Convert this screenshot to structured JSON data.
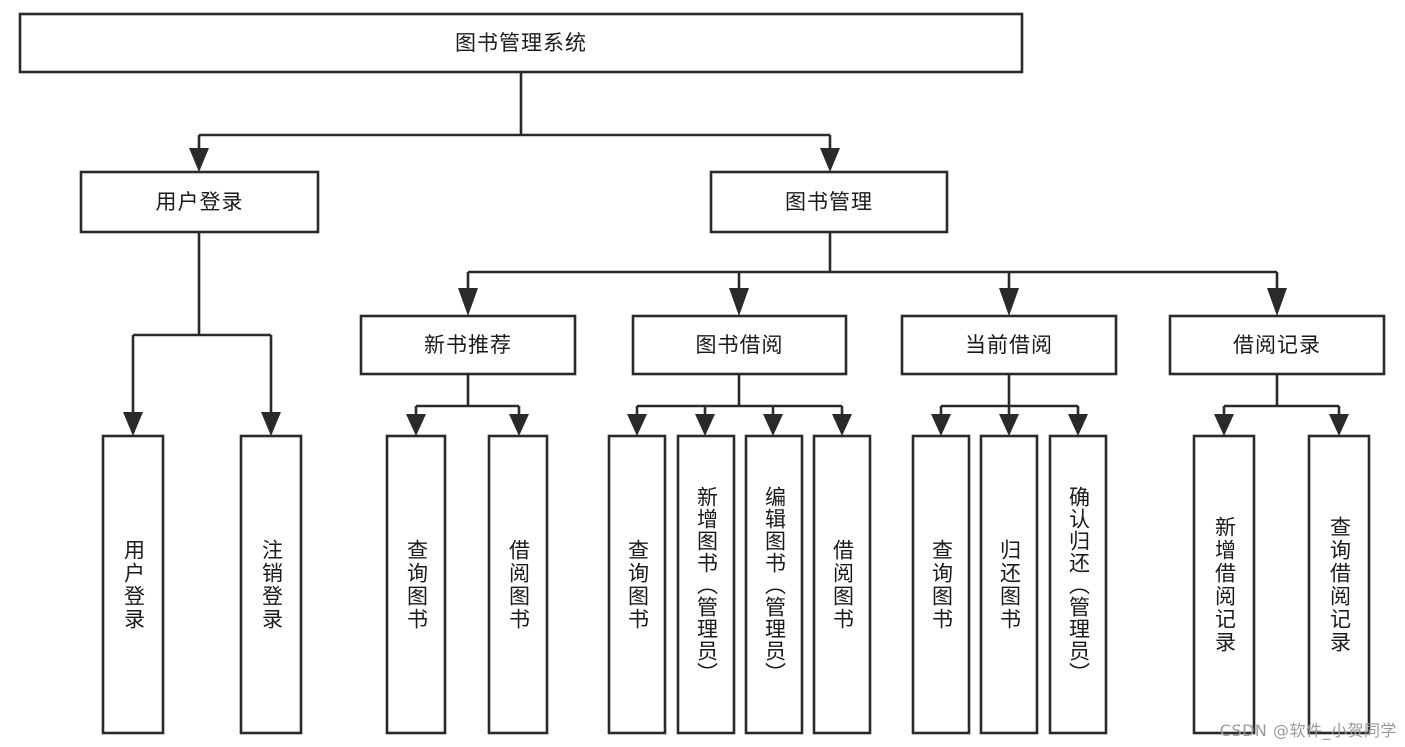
{
  "diagram": {
    "title": "图书管理系统",
    "type": "hierarchy-tree",
    "watermark": "CSDN @软件_小贺同学",
    "colors": {
      "stroke": "#2a2a2a",
      "fill": "#ffffff",
      "text": "#1a1a1a",
      "watermark": "#9a9a9a"
    },
    "root": {
      "id": "root",
      "label": "图书管理系统"
    },
    "level2": [
      {
        "id": "user-login",
        "label": "用户登录"
      },
      {
        "id": "book-manage",
        "label": "图书管理"
      }
    ],
    "level3": [
      {
        "id": "new-book-recommend",
        "label": "新书推荐",
        "parent": "book-manage"
      },
      {
        "id": "book-borrow",
        "label": "图书借阅",
        "parent": "book-manage"
      },
      {
        "id": "current-borrow",
        "label": "当前借阅",
        "parent": "book-manage"
      },
      {
        "id": "borrow-record",
        "label": "借阅记录",
        "parent": "book-manage"
      }
    ],
    "leaves": [
      {
        "id": "leaf-user-login",
        "label": "用户登录",
        "parent": "user-login"
      },
      {
        "id": "leaf-logout-login",
        "label": "注销登录",
        "parent": "user-login"
      },
      {
        "id": "leaf-query-book-1",
        "label": "查询图书",
        "parent": "new-book-recommend"
      },
      {
        "id": "leaf-borrow-book-1",
        "label": "借阅图书",
        "parent": "new-book-recommend"
      },
      {
        "id": "leaf-query-book-2",
        "label": "查询图书",
        "parent": "book-borrow"
      },
      {
        "id": "leaf-add-book",
        "label": "新增图书（管理员）",
        "parent": "book-borrow"
      },
      {
        "id": "leaf-edit-book",
        "label": "编辑图书（管理员）",
        "parent": "book-borrow"
      },
      {
        "id": "leaf-borrow-book-2",
        "label": "借阅图书",
        "parent": "book-borrow"
      },
      {
        "id": "leaf-query-book-3",
        "label": "查询图书",
        "parent": "current-borrow"
      },
      {
        "id": "leaf-return-book",
        "label": "归还图书",
        "parent": "current-borrow"
      },
      {
        "id": "leaf-confirm-return",
        "label": "确认归还（管理员）",
        "parent": "current-borrow"
      },
      {
        "id": "leaf-add-record",
        "label": "新增借阅记录",
        "parent": "borrow-record"
      },
      {
        "id": "leaf-query-record",
        "label": "查询借阅记录",
        "parent": "borrow-record"
      }
    ]
  }
}
